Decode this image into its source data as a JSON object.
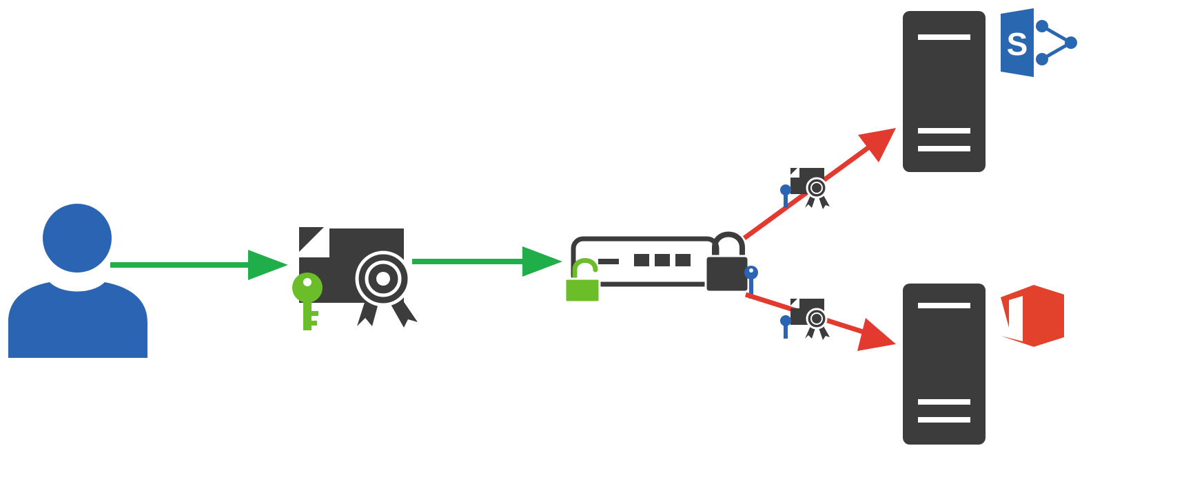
{
  "colors": {
    "background": "#ffffff",
    "user_blue": "#2b64b3",
    "dark_gray": "#3c3c3c",
    "green_arrow": "#1fae4a",
    "green_key": "#6cbd2a",
    "red_arrow": "#e23a2e",
    "key_blue": "#2b64b3",
    "office_red": "#e2412b",
    "sharepoint_blue": "#2a67b1"
  },
  "nodes": [
    {
      "id": "user",
      "icon": "user-icon"
    },
    {
      "id": "certificate",
      "icon": "certificate-with-green-key-icon"
    },
    {
      "id": "load-balancer",
      "icon": "network-appliance-with-locks-icon"
    },
    {
      "id": "sharepoint-server",
      "icon": "server-icon",
      "app_icon": "sharepoint-logo-icon",
      "app_letter": "S"
    },
    {
      "id": "office-server",
      "icon": "server-icon",
      "app_icon": "office-logo-icon"
    }
  ],
  "edges": [
    {
      "from": "user",
      "to": "certificate",
      "color": "green"
    },
    {
      "from": "certificate",
      "to": "load-balancer",
      "color": "green"
    },
    {
      "from": "load-balancer",
      "to": "sharepoint-server",
      "color": "red",
      "label_icon": "certificate-with-blue-key-icon"
    },
    {
      "from": "load-balancer",
      "to": "office-server",
      "color": "red",
      "label_icon": "certificate-with-blue-key-icon"
    }
  ]
}
